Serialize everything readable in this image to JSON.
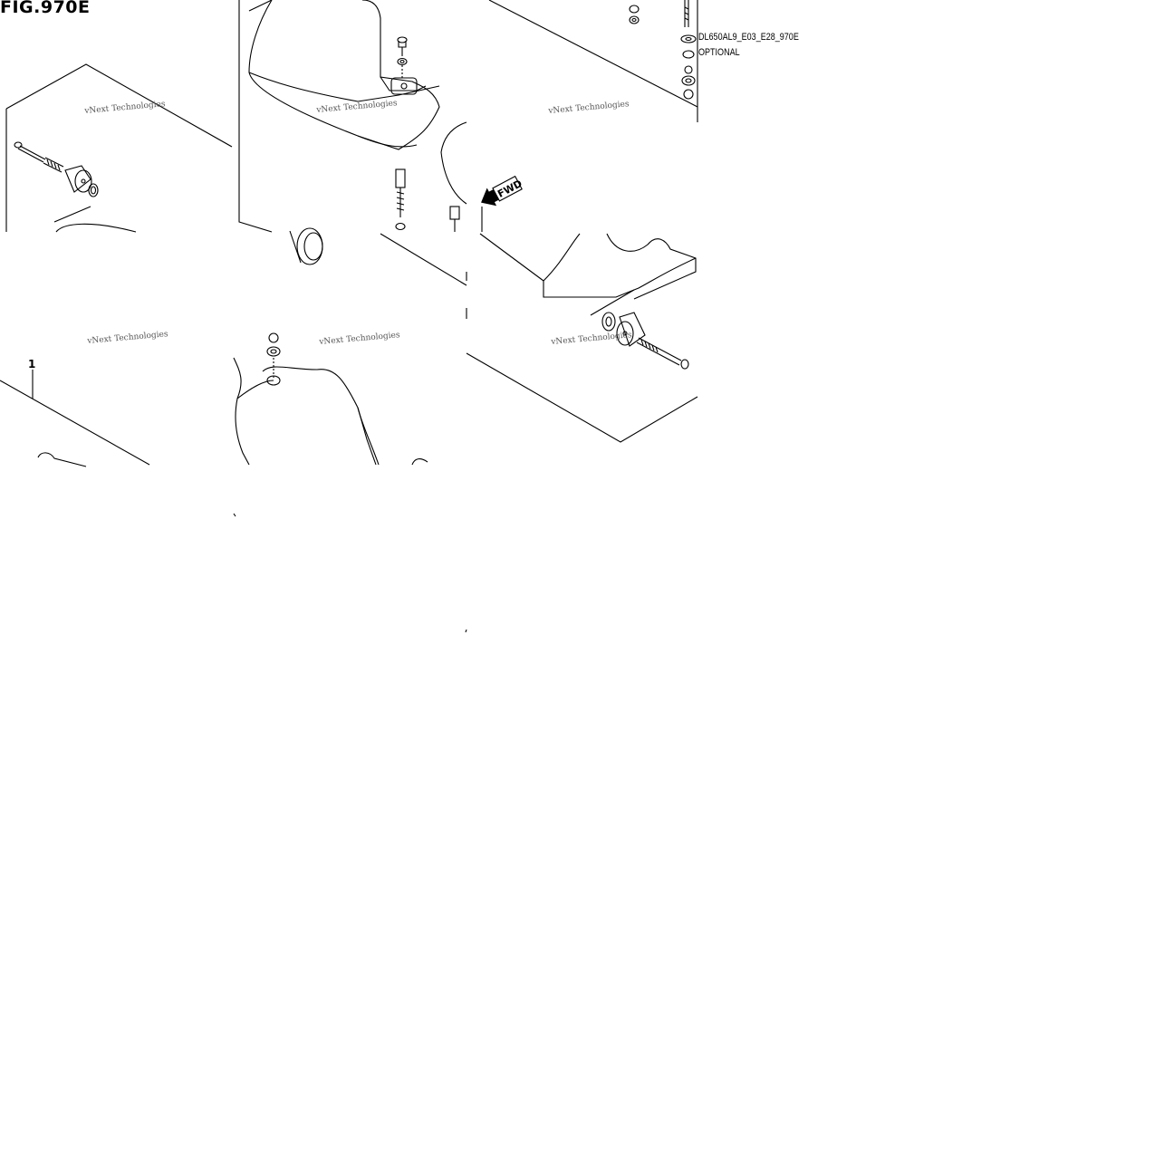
{
  "figure": {
    "title": "FIG.970E",
    "code": "DL650AL9_E03_E28_970E",
    "optional_label": "OPTIONAL",
    "callouts": [
      "1"
    ],
    "fwd_label": "FWD"
  },
  "watermark": {
    "text": "vNext Technologies"
  },
  "colors": {
    "line": "#000000",
    "background": "#ffffff",
    "watermark": "#555555"
  }
}
